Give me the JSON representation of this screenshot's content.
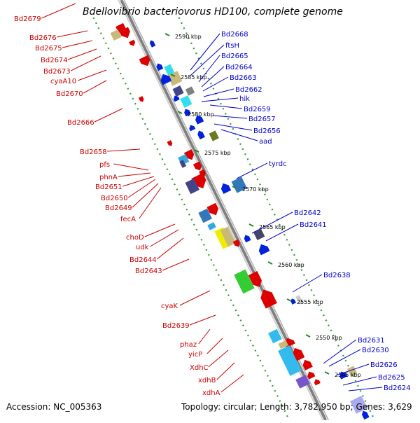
{
  "title": "Bdellovibrio bacteriovorus HD100, complete genome",
  "footer": {
    "accession": "Accession: NC_005363",
    "stats": "Topology: circular; Length: 3,782,950 bp; Genes: 3,629"
  },
  "colors": {
    "forward_label": "#cc0000",
    "reverse_label": "#0000cc",
    "backbone": "#808080",
    "tick_dots": "#339933"
  },
  "ticks": [
    "2590 kbp",
    "2585 kbp",
    "2580 kbp",
    "2575 kbp",
    "2570 kbp",
    "2565 kbp",
    "2560 kbp",
    "2555 kbp",
    "2550 kbp",
    "2545 kbp"
  ],
  "left_labels": [
    "Bd2679",
    "Bd2676",
    "Bd2675",
    "Bd2674",
    "Bd2673",
    "cyaA10",
    "Bd2670",
    "Bd2666",
    "Bd2658",
    "pfs",
    "phnA",
    "Bd2651",
    "Bd2650",
    "Bd2649",
    "fecA",
    "choD",
    "udk",
    "Bd2644",
    "Bd2643",
    "cyaK",
    "Bd2639",
    "phaz",
    "yicP",
    "XdhC",
    "xdhB",
    "xdhA"
  ],
  "right_labels": [
    "Bd2668",
    "ftsH",
    "Bd2665",
    "Bd2664",
    "Bd2663",
    "Bd2662",
    "hik",
    "Bd2659",
    "Bd2657",
    "Bd2656",
    "aad",
    "tyrdc",
    "Bd2642",
    "Bd2641",
    "Bd2638",
    "Bd2631",
    "Bd2630",
    "Bd2626",
    "Bd2625",
    "Bd2624"
  ]
}
